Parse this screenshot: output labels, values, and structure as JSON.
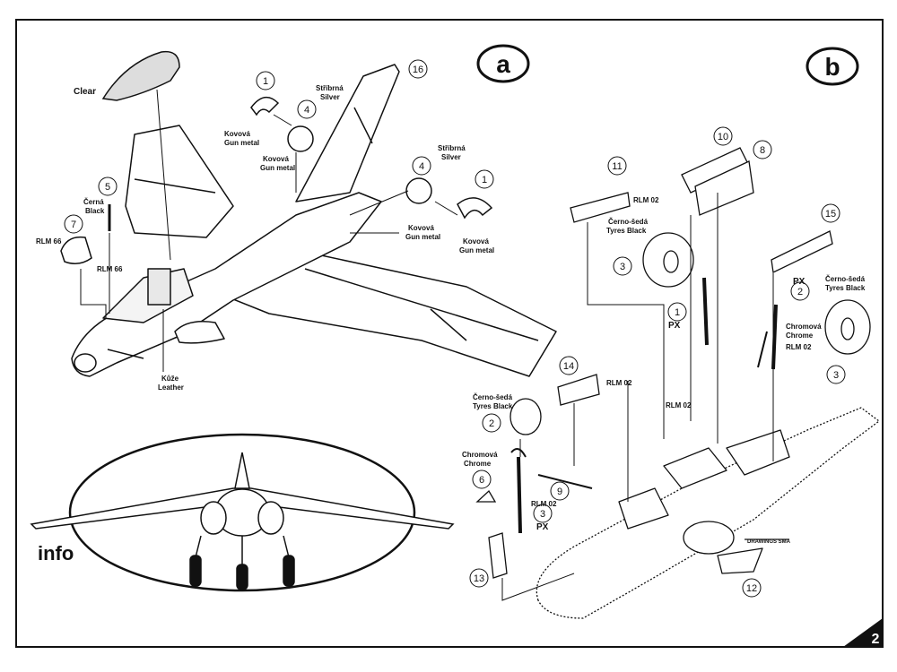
{
  "section_a_label": "a",
  "section_b_label": "b",
  "page_number": "2",
  "info_label": "info",
  "brand_strip": "DRAWINGS SMA",
  "labels_a": {
    "clear": "Clear",
    "cerna": "Černá",
    "black": "Black",
    "rlm66_a": "RLM 66",
    "rlm66_b": "RLM 66",
    "kovova1": "Kovová",
    "gunmetal1": "Gun metal",
    "kovova2": "Kovová",
    "gunmetal2": "Gun metal",
    "stribrna1": "Stříbrná",
    "silver1": "Silver",
    "stribrna2": "Stříbrná",
    "silver2": "Silver",
    "kovova3": "Kovová",
    "gunmetal3": "Gun metal",
    "kovova4": "Kovová",
    "gunmetal4": "Gun metal",
    "kuze": "Kůže",
    "leather": "Leather"
  },
  "labels_b": {
    "rlm02_11": "RLM 02",
    "cerno_seda1": "Černo-šedá",
    "tyres1": "Tyres Black",
    "cerno_seda2": "Černo-šedá",
    "tyres2": "Tyres Black",
    "cerno_seda3": "Černo-šedá",
    "tyres3": "Tyres Black",
    "chromova1": "Chromová",
    "chrome1": "Chrome",
    "chromova2": "Chromová",
    "chrome2": "Chrome",
    "rlm02_15": "RLM 02",
    "rlm02_14": "RLM 02",
    "rlm02_mid": "RLM 02",
    "rlm02_9": "RLM 02",
    "px1": "PX",
    "px2": "PX",
    "px3": "PX"
  },
  "part_numbers": {
    "p1a": "1",
    "p4a": "4",
    "p16": "16",
    "p5": "5",
    "p7": "7",
    "p4b": "4",
    "p1b": "1",
    "p10": "10",
    "p8": "8",
    "p11": "11",
    "p15": "15",
    "p3a": "3",
    "p1c": "1",
    "p2a": "2",
    "p3b": "3",
    "p14": "14",
    "p2b": "2",
    "p6": "6",
    "p9": "9",
    "p3c": "3",
    "p13": "13",
    "p12": "12"
  }
}
